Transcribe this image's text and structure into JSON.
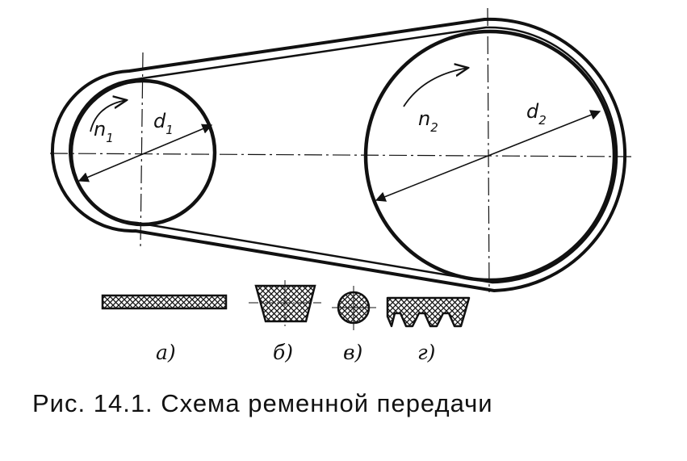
{
  "labels": {
    "n1": "n",
    "n1_sub": "1",
    "d1": "d",
    "d1_sub": "1",
    "n2": "n",
    "n2_sub": "2",
    "d2": "d",
    "d2_sub": "2"
  },
  "sections": [
    {
      "key": "a",
      "label": "а)"
    },
    {
      "key": "b",
      "label": "б)"
    },
    {
      "key": "v",
      "label": "в)"
    },
    {
      "key": "g",
      "label": "г)"
    }
  ],
  "caption": "Рис. 14.1. Схема ременной передачи",
  "colors": {
    "ink": "#111111",
    "background": "#ffffff"
  }
}
